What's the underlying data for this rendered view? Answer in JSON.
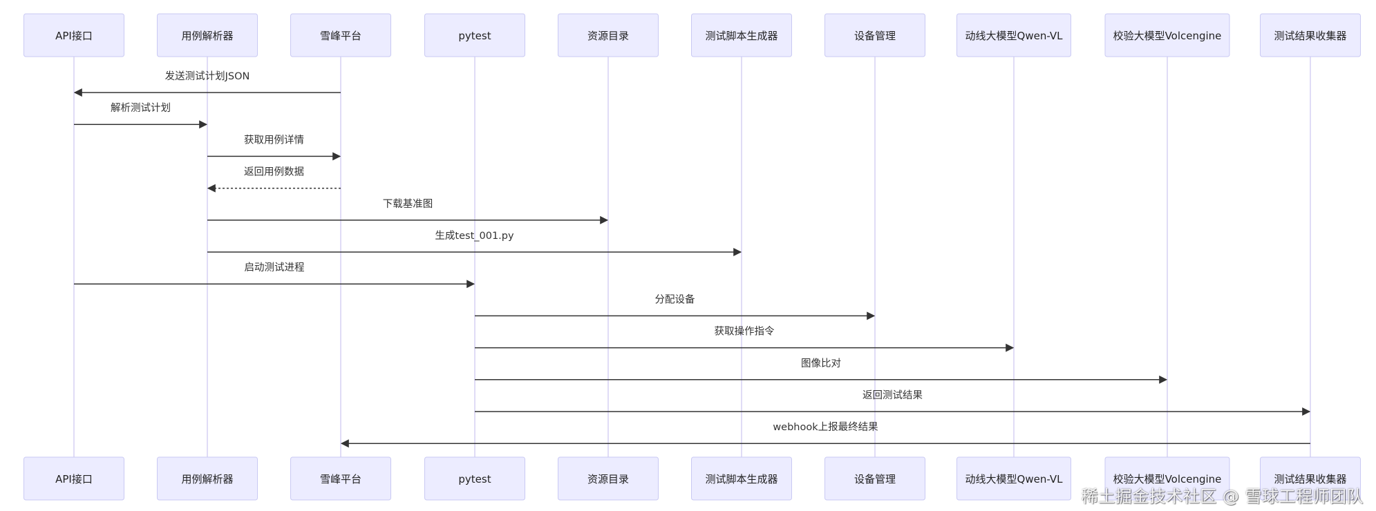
{
  "participants": [
    "API接口",
    "用例解析器",
    "雪峰平台",
    "pytest",
    "资源目录",
    "测试脚本生成器",
    "设备管理",
    "动线大模型Qwen-VL",
    "校验大模型Volcengine",
    "测试结果收集器"
  ],
  "messages": [
    {
      "from": 2,
      "to": 0,
      "label": "发送测试计划JSON",
      "style": "solid"
    },
    {
      "from": 0,
      "to": 1,
      "label": "解析测试计划",
      "style": "solid"
    },
    {
      "from": 1,
      "to": 2,
      "label": "获取用例详情",
      "style": "solid"
    },
    {
      "from": 2,
      "to": 1,
      "label": "返回用例数据",
      "style": "dashed"
    },
    {
      "from": 1,
      "to": 4,
      "label": "下载基准图",
      "style": "solid"
    },
    {
      "from": 1,
      "to": 5,
      "label": "生成test_001.py",
      "style": "solid"
    },
    {
      "from": 0,
      "to": 3,
      "label": "启动测试进程",
      "style": "solid"
    },
    {
      "from": 3,
      "to": 6,
      "label": "分配设备",
      "style": "solid"
    },
    {
      "from": 3,
      "to": 7,
      "label": "获取操作指令",
      "style": "solid"
    },
    {
      "from": 3,
      "to": 8,
      "label": "图像比对",
      "style": "solid"
    },
    {
      "from": 3,
      "to": 9,
      "label": "返回测试结果",
      "style": "solid"
    },
    {
      "from": 9,
      "to": 2,
      "label": "webhook上报最终结果",
      "style": "solid"
    }
  ],
  "watermark": "稀土掘金技术社区 @ 雪球工程师团队",
  "colors": {
    "actor_fill": "#ececff",
    "actor_stroke": "#c9c9f3",
    "lifeline": "#cfcaf2",
    "arrow": "#333333"
  }
}
